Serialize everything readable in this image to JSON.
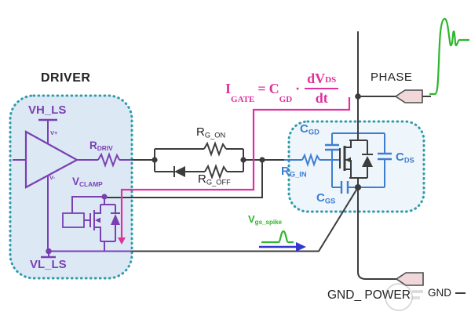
{
  "colors": {
    "wire": "#3c3c3c",
    "purple": "#7a3fb3",
    "magenta": "#e0309e",
    "blue": "#3f7ecf",
    "teal": "#2f9cab",
    "green": "#2fb52f",
    "arrow_blue": "#3238d0",
    "pink_fill": "#f2d7da",
    "pink_stroke": "#4d4d4d",
    "driver_fill": "#dce9f5",
    "mosfet_fill": "#eef5fb",
    "text_dark": "#222222"
  },
  "driver_block": {
    "title": "DRIVER",
    "vh_ls": "VH_LS",
    "vl_ls": "VL_LS",
    "v_plus": "V+",
    "v_minus": "V-",
    "r_driv": {
      "main": "R",
      "sub": "DRIV"
    },
    "v_clamp": {
      "main": "V",
      "sub": "CLAMP"
    }
  },
  "gate_network": {
    "r_g_on": {
      "main": "R",
      "sub": "G_ON"
    },
    "r_g_off": {
      "main": "R",
      "sub": "G_OFF"
    }
  },
  "equation": {
    "lhs": "I",
    "lhs_sub": "GATE",
    "equals": "=",
    "rhs": "C",
    "rhs_sub": "GD",
    "times": "·",
    "num": "dV",
    "num_sub": "DS",
    "den": "dt"
  },
  "mosfet_block": {
    "c_gd": {
      "main": "C",
      "sub": "GD"
    },
    "r_g_in": {
      "main": "R",
      "sub": "G_IN"
    },
    "c_gs": {
      "main": "C",
      "sub": "GS"
    },
    "c_ds": {
      "main": "C",
      "sub": "DS"
    }
  },
  "annotations": {
    "v_gs_spike": {
      "main": "V",
      "sub": "gs_spike"
    },
    "phase": "PHASE",
    "gnd_power": "GND_ POWER",
    "gnd": "GND"
  }
}
